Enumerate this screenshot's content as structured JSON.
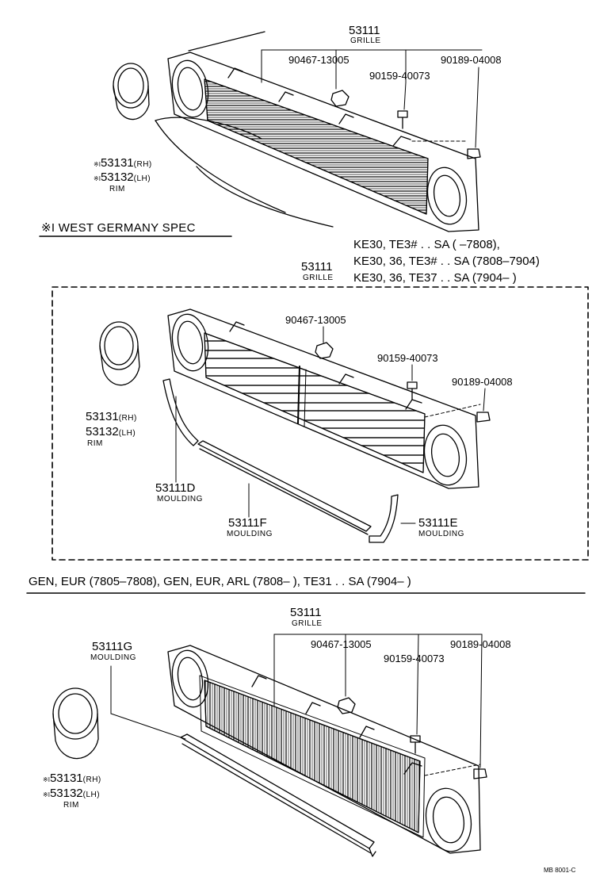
{
  "section1": {
    "grille_no": "53111",
    "grille_label": "GRILLE",
    "bolt": "90467-13005",
    "screw": "90159-40073",
    "clip": "90189-04008",
    "rim_rh_mark": "※I",
    "rim_rh": "53131",
    "rim_rh_side": "(RH)",
    "rim_lh_mark": "※I",
    "rim_lh": "53132",
    "rim_lh_side": "(LH)",
    "rim_label": "RIM",
    "note": "※I WEST GERMANY SPEC"
  },
  "section2": {
    "app_line1": "KE30, TE3# . . SA (        –7808),",
    "app_line2": "KE30, 36, TE3# . . SA (7808–7904)",
    "app_line3": "KE30, 36, TE37 . . SA (7904–        )",
    "grille_no": "53111",
    "grille_label": "GRILLE",
    "bolt": "90467-13005",
    "screw": "90159-40073",
    "clip": "90189-04008",
    "rim_rh": "53131",
    "rim_rh_side": "(RH)",
    "rim_lh": "53132",
    "rim_lh_side": "(LH)",
    "rim_label": "RIM",
    "moulding_d": "53111D",
    "moulding_d_label": "MOULDING",
    "moulding_f": "53111F",
    "moulding_f_label": "MOULDING",
    "moulding_e": "53111E",
    "moulding_e_label": "MOULDING"
  },
  "section3": {
    "app_line": "GEN, EUR (7805–7808), GEN, EUR, ARL (7808–          ), TE31 . . SA (7904–          )",
    "grille_no": "53111",
    "grille_label": "GRILLE",
    "moulding_g": "53111G",
    "moulding_g_label": "MOULDING",
    "bolt": "90467-13005",
    "screw": "90159-40073",
    "clip": "90189-04008",
    "rim_rh_mark": "※I",
    "rim_rh": "53131",
    "rim_rh_side": "(RH)",
    "rim_lh_mark": "※I",
    "rim_lh": "53132",
    "rim_lh_side": "(LH)",
    "rim_label": "RIM"
  },
  "footer": {
    "code": "MB 8001-C"
  }
}
